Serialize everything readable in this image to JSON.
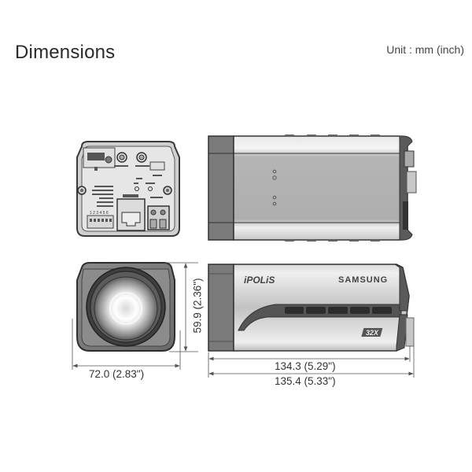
{
  "header": {
    "title": "Dimensions",
    "unit_label": "Unit : mm (inch)"
  },
  "views": {
    "rear": {
      "label": "rear-view"
    },
    "top": {
      "label": "top-view"
    },
    "front": {
      "label": "front-view"
    },
    "side": {
      "label": "side-view",
      "brand_left": "iPOLiS",
      "brand_right": "SAMSUNG",
      "zoom_badge": "32X"
    }
  },
  "dimensions": {
    "width": "72.0 (2.83\")",
    "height": "59.9 (2.36\")",
    "body_length": "134.3 (5.29\")",
    "total_length": "135.4 (5.33\")"
  },
  "colors": {
    "body_light": "#c8c8c8",
    "body_mid": "#a9a9a9",
    "body_dark": "#6d6d6d",
    "outline": "#3a3a3a",
    "dim_line": "#555555"
  }
}
